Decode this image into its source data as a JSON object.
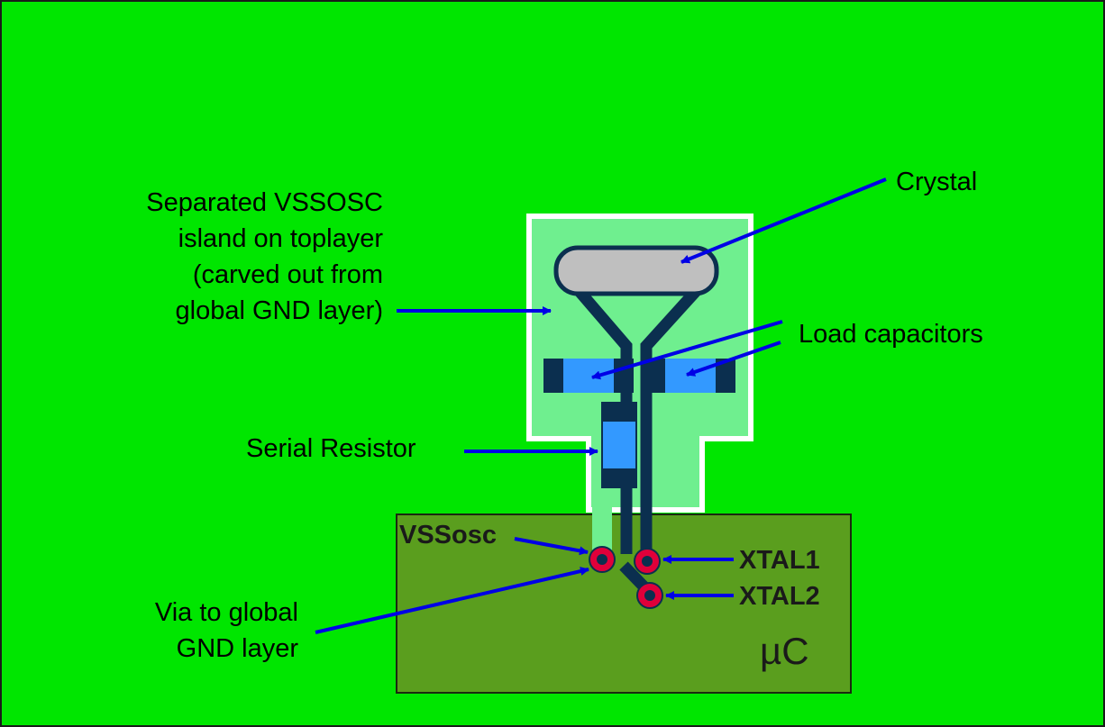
{
  "colors": {
    "global_gnd": "#00e600",
    "island": "#6fef8f",
    "island_border": "#ffffff",
    "chip": "#5a9e1e",
    "trace": "#0b2f4f",
    "component": "#3399ff",
    "crystal": "#bfbfbf",
    "arrow": "#0000e6",
    "via_ring": "#e0003a"
  },
  "labels": {
    "island_line1": "Separated  VSSOSC",
    "island_line2": "island on toplayer",
    "island_line3": "(carved out from",
    "island_line4": "global GND layer)",
    "crystal": "Crystal",
    "load_capacitors": "Load capacitors",
    "serial_resistor": "Serial Resistor",
    "vssosc": "VSSosc",
    "xtal1": "XTAL1",
    "xtal2": "XTAL2",
    "via_line1": "Via to global",
    "via_line2": "GND layer",
    "chip": "µC"
  }
}
